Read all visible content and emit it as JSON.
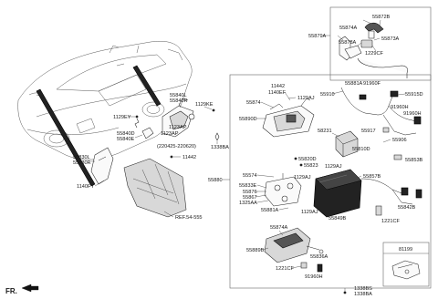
{
  "labels": {
    "l55872B": "55872B",
    "l55874A_top": "55874A",
    "l55873A": "55873A",
    "l55879A": "55879A",
    "l55878A": "55878A",
    "l1229CF_top": "1229CF",
    "l55881A": "55881A",
    "l91960F": "91960F",
    "l55910": "55910",
    "l55915D": "55915D",
    "l91960H_a": "91960H",
    "l91960H_b": "91960H",
    "l11442_a": "11442",
    "l1140EF": "1140EF",
    "l1129AJ_a": "1129AJ",
    "l55840L": "55840L",
    "l55840R": "55840R",
    "l1129KE": "1129KE",
    "l1123AP_a": "1123AP",
    "l1123AP_b": "1123AP",
    "l1129EY": "1129EY",
    "l55840D": "55840D",
    "l55840E": "55840E",
    "l220425": "(220425-220620)",
    "l11442_b": "11442",
    "l1338BA_a": "1338BA",
    "l55874_a": "55874",
    "l55890D": "55890D",
    "l58231": "58231",
    "l55917": "55917",
    "l55810D": "55810D",
    "l55906": "55906",
    "l55820D": "55820D",
    "l55823": "55823",
    "l1129AJ_b": "1129AJ",
    "l55853B": "55853B",
    "l55880": "55880",
    "l55574": "55574",
    "l55833E": "55833E",
    "l55876": "55876",
    "l55867": "55867",
    "l1325AA": "1325AA",
    "l1129AJ_c": "1129AJ",
    "l55857B": "55857B",
    "l55881A_b": "55881A",
    "l55849B": "55849B",
    "l55842B": "55842B",
    "l1221CF_a": "1221CF",
    "l55830L": "55830L",
    "l55830R": "55830R",
    "l1140FY": "1140FY",
    "lREF": "REF.54-555",
    "l55874A_b": "55874A",
    "l55889B": "55889B",
    "l55836A": "55836A",
    "l1221CF_b": "1221CF",
    "l91960H_c": "91960H",
    "l81199": "81199",
    "l1338BS": "1338BS",
    "l1338BA_b": "1338BA",
    "lFR": "FR."
  }
}
